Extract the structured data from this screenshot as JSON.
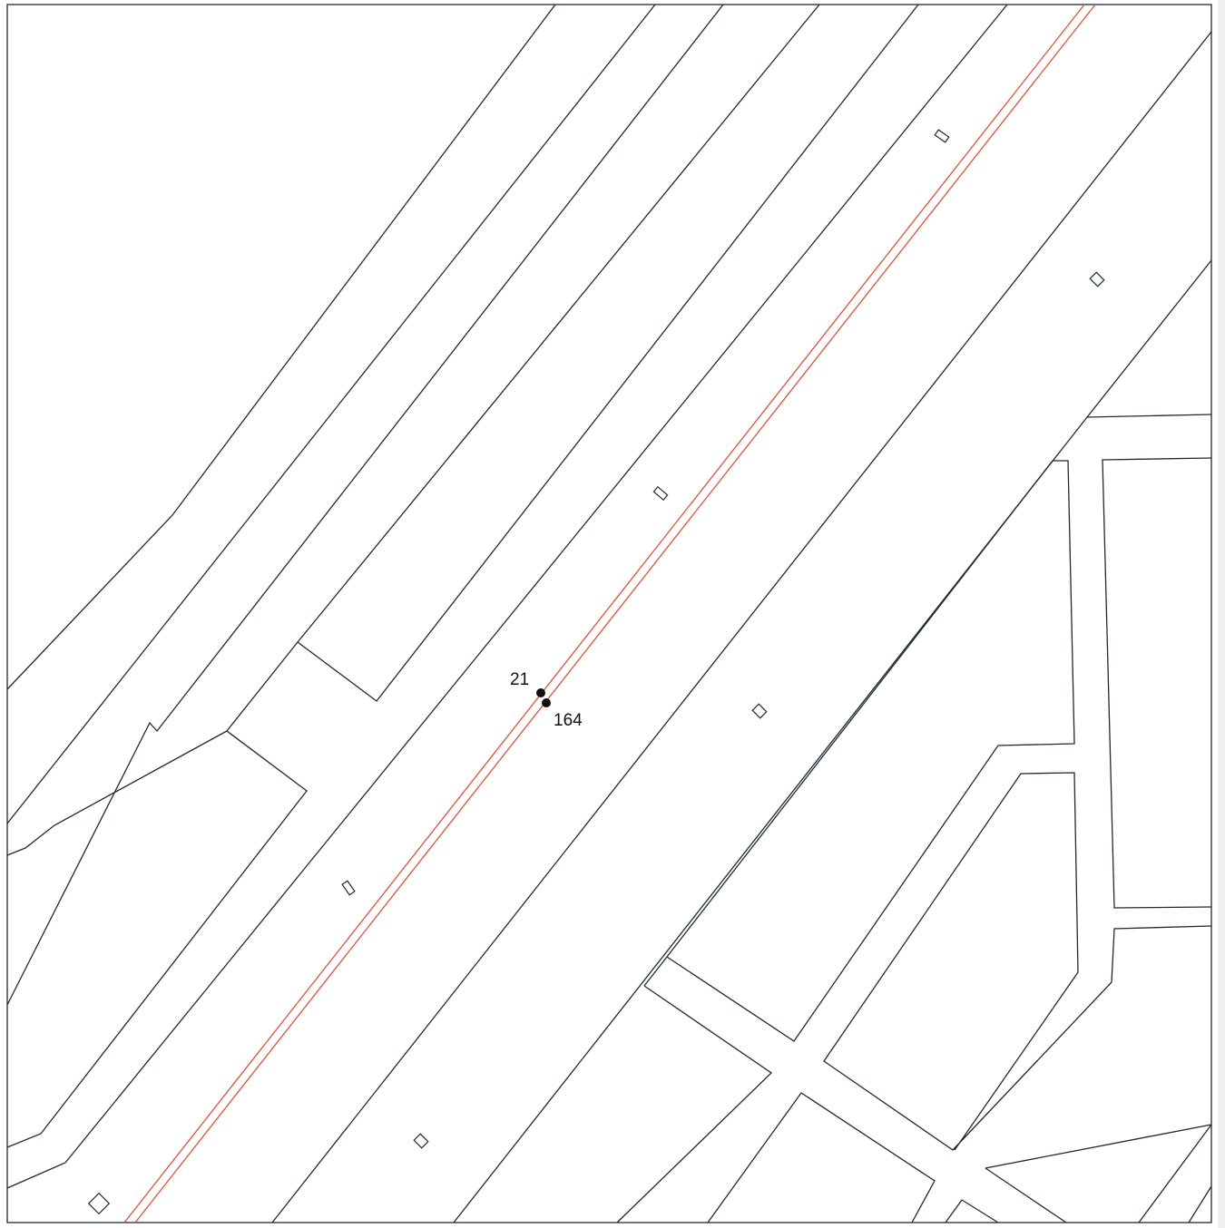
{
  "map": {
    "points": [
      {
        "id": "point-21",
        "label": "21"
      },
      {
        "id": "point-164",
        "label": "164"
      }
    ],
    "colors": {
      "background": "#ffffff",
      "outline": "#1e2a33",
      "red_line": "#d9533a",
      "point": "#111111"
    }
  }
}
